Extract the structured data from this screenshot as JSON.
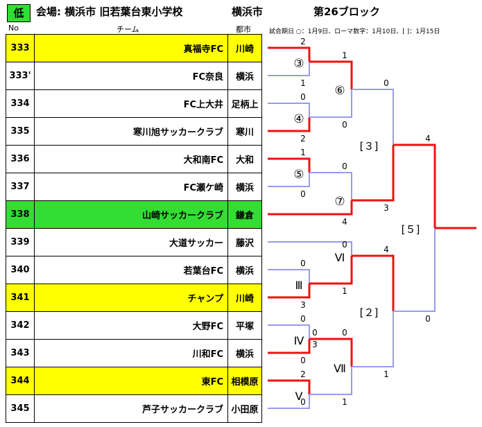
{
  "header": {
    "level_badge": "低",
    "venue": "会場: 横浜市  旧若葉台東小学校",
    "city": "横浜市",
    "block": "第26ブロック"
  },
  "columns": {
    "no": "No",
    "team": "チーム",
    "city": "都市"
  },
  "note": "試合期日 ○：1月9日、ローマ数字：1月10日、[ ]：1月15日",
  "teams": [
    {
      "no": "333",
      "team": "真福寺FC",
      "city": "川崎",
      "highlight": "yellow"
    },
    {
      "no": "333'",
      "team": "FC奈良",
      "city": "横浜",
      "highlight": "white"
    },
    {
      "no": "334",
      "team": "FC上大井",
      "city": "足柄上",
      "highlight": "white"
    },
    {
      "no": "335",
      "team": "寒川旭サッカークラブ",
      "city": "寒川",
      "highlight": "white"
    },
    {
      "no": "336",
      "team": "大和南FC",
      "city": "大和",
      "highlight": "white"
    },
    {
      "no": "337",
      "team": "FC瀬ケ崎",
      "city": "横浜",
      "highlight": "white"
    },
    {
      "no": "338",
      "team": "山崎サッカークラブ",
      "city": "鎌倉",
      "highlight": "green"
    },
    {
      "no": "339",
      "team": "大道サッカー",
      "city": "藤沢",
      "highlight": "white"
    },
    {
      "no": "340",
      "team": "若葉台FC",
      "city": "横浜",
      "highlight": "white"
    },
    {
      "no": "341",
      "team": "チャンプ",
      "city": "川崎",
      "highlight": "yellow"
    },
    {
      "no": "342",
      "team": "大野FC",
      "city": "平塚",
      "highlight": "white"
    },
    {
      "no": "343",
      "team": "川和FC",
      "city": "横浜",
      "highlight": "white"
    },
    {
      "no": "344",
      "team": "東FC",
      "city": "相模原",
      "highlight": "yellow"
    },
    {
      "no": "345",
      "team": "芦子サッカークラブ",
      "city": "小田原",
      "highlight": "white"
    }
  ],
  "matches": {
    "m3": {
      "label": "③",
      "top": "2",
      "bottom": "1"
    },
    "m4": {
      "label": "④",
      "top": "0",
      "bottom": "2"
    },
    "m5": {
      "label": "⑤",
      "top": "1",
      "bottom": "0"
    },
    "m6": {
      "label": "⑥",
      "top": "1",
      "bottom": "0"
    },
    "m7": {
      "label": "⑦",
      "top": "0",
      "bottom": "4"
    },
    "mIII": {
      "label": "Ⅲ",
      "top": "0",
      "bottom": "3"
    },
    "mIV": {
      "label": "Ⅳ",
      "top": "0",
      "bottom": "0"
    },
    "mIV_pk": {
      "top": "0",
      "bottom": "3"
    },
    "mV": {
      "label": "Ⅴ",
      "top": "2",
      "bottom": "0"
    },
    "mVI": {
      "label": "Ⅵ",
      "top": "0",
      "bottom": "1"
    },
    "mVII": {
      "label": "Ⅶ",
      "top": "0",
      "bottom": "1"
    },
    "r3": {
      "label": "[３]",
      "top": "0",
      "bottom": "3"
    },
    "r2": {
      "label": "[２]",
      "top": "4",
      "bottom": "1"
    },
    "r5": {
      "label": "[５]",
      "top": "4",
      "bottom": "0"
    }
  },
  "colors": {
    "win": "#ee1111",
    "lose": "#9999ee",
    "yellow": "#ffff00",
    "green": "#33dd33"
  }
}
